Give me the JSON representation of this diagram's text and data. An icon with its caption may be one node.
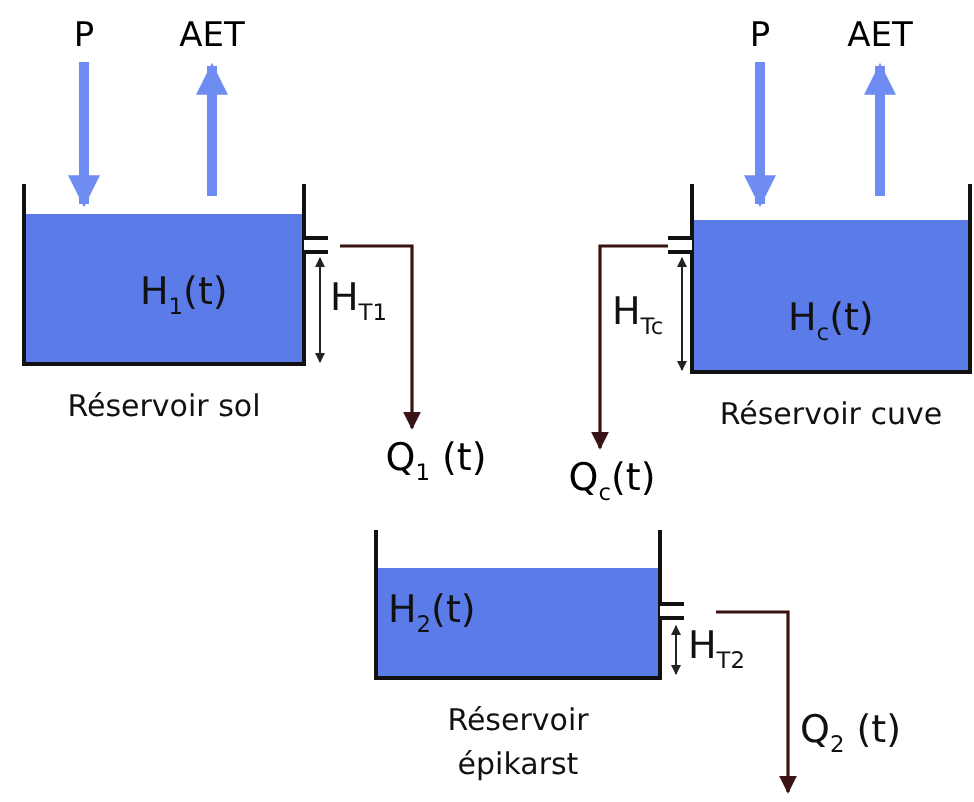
{
  "diagram": {
    "nodes": [
      {
        "text": [
          "P"
        ]
      },
      {
        "text": [
          "AET"
        ]
      },
      {
        "text": [
          "Réservoir sol"
        ]
      },
      {
        "text": [
          "Q$_{1}$ (t)"
        ]
      },
      {
        "text": [
          "P"
        ]
      },
      {
        "text": [
          "AET"
        ]
      },
      {
        "text": [
          "Réservoir cuve"
        ]
      },
      {
        "text": [
          "Q$_{c}$(t)"
        ]
      },
      {
        "text": [
          "Réservoir épikarst"
        ]
      }
    ],
    "edges": [
      {
        "from": 0,
        "to": 2,
        "arrow": "to"
      },
      {
        "from": 2,
        "to": 1,
        "arrow": "to"
      },
      {
        "from": 2,
        "to": 3,
        "arrow": "to",
        "color": "#3a1414"
      },
      {
        "from": 4,
        "to": 6,
        "arrow": "to"
      },
      {
        "from": 6,
        "to": 5,
        "arrow": "to"
      },
      {
        "from": 6,
        "to": 7,
        "arrow": "to",
        "color": "#3a1414"
      },
      {
        "from": 8,
        "to": null,
        "arrow": "to",
        "label": "Q$_{2}$ (t)",
        "color": "#3a1414"
      }
    ],
    "labels": [
      "H$_{1}$(t)",
      "H$_{T1}$",
      "H$_{c}$(t)",
      "H$_{Tc}$",
      "H$_{2}$(t)",
      "H$_{T2}$"
    ]
  }
}
